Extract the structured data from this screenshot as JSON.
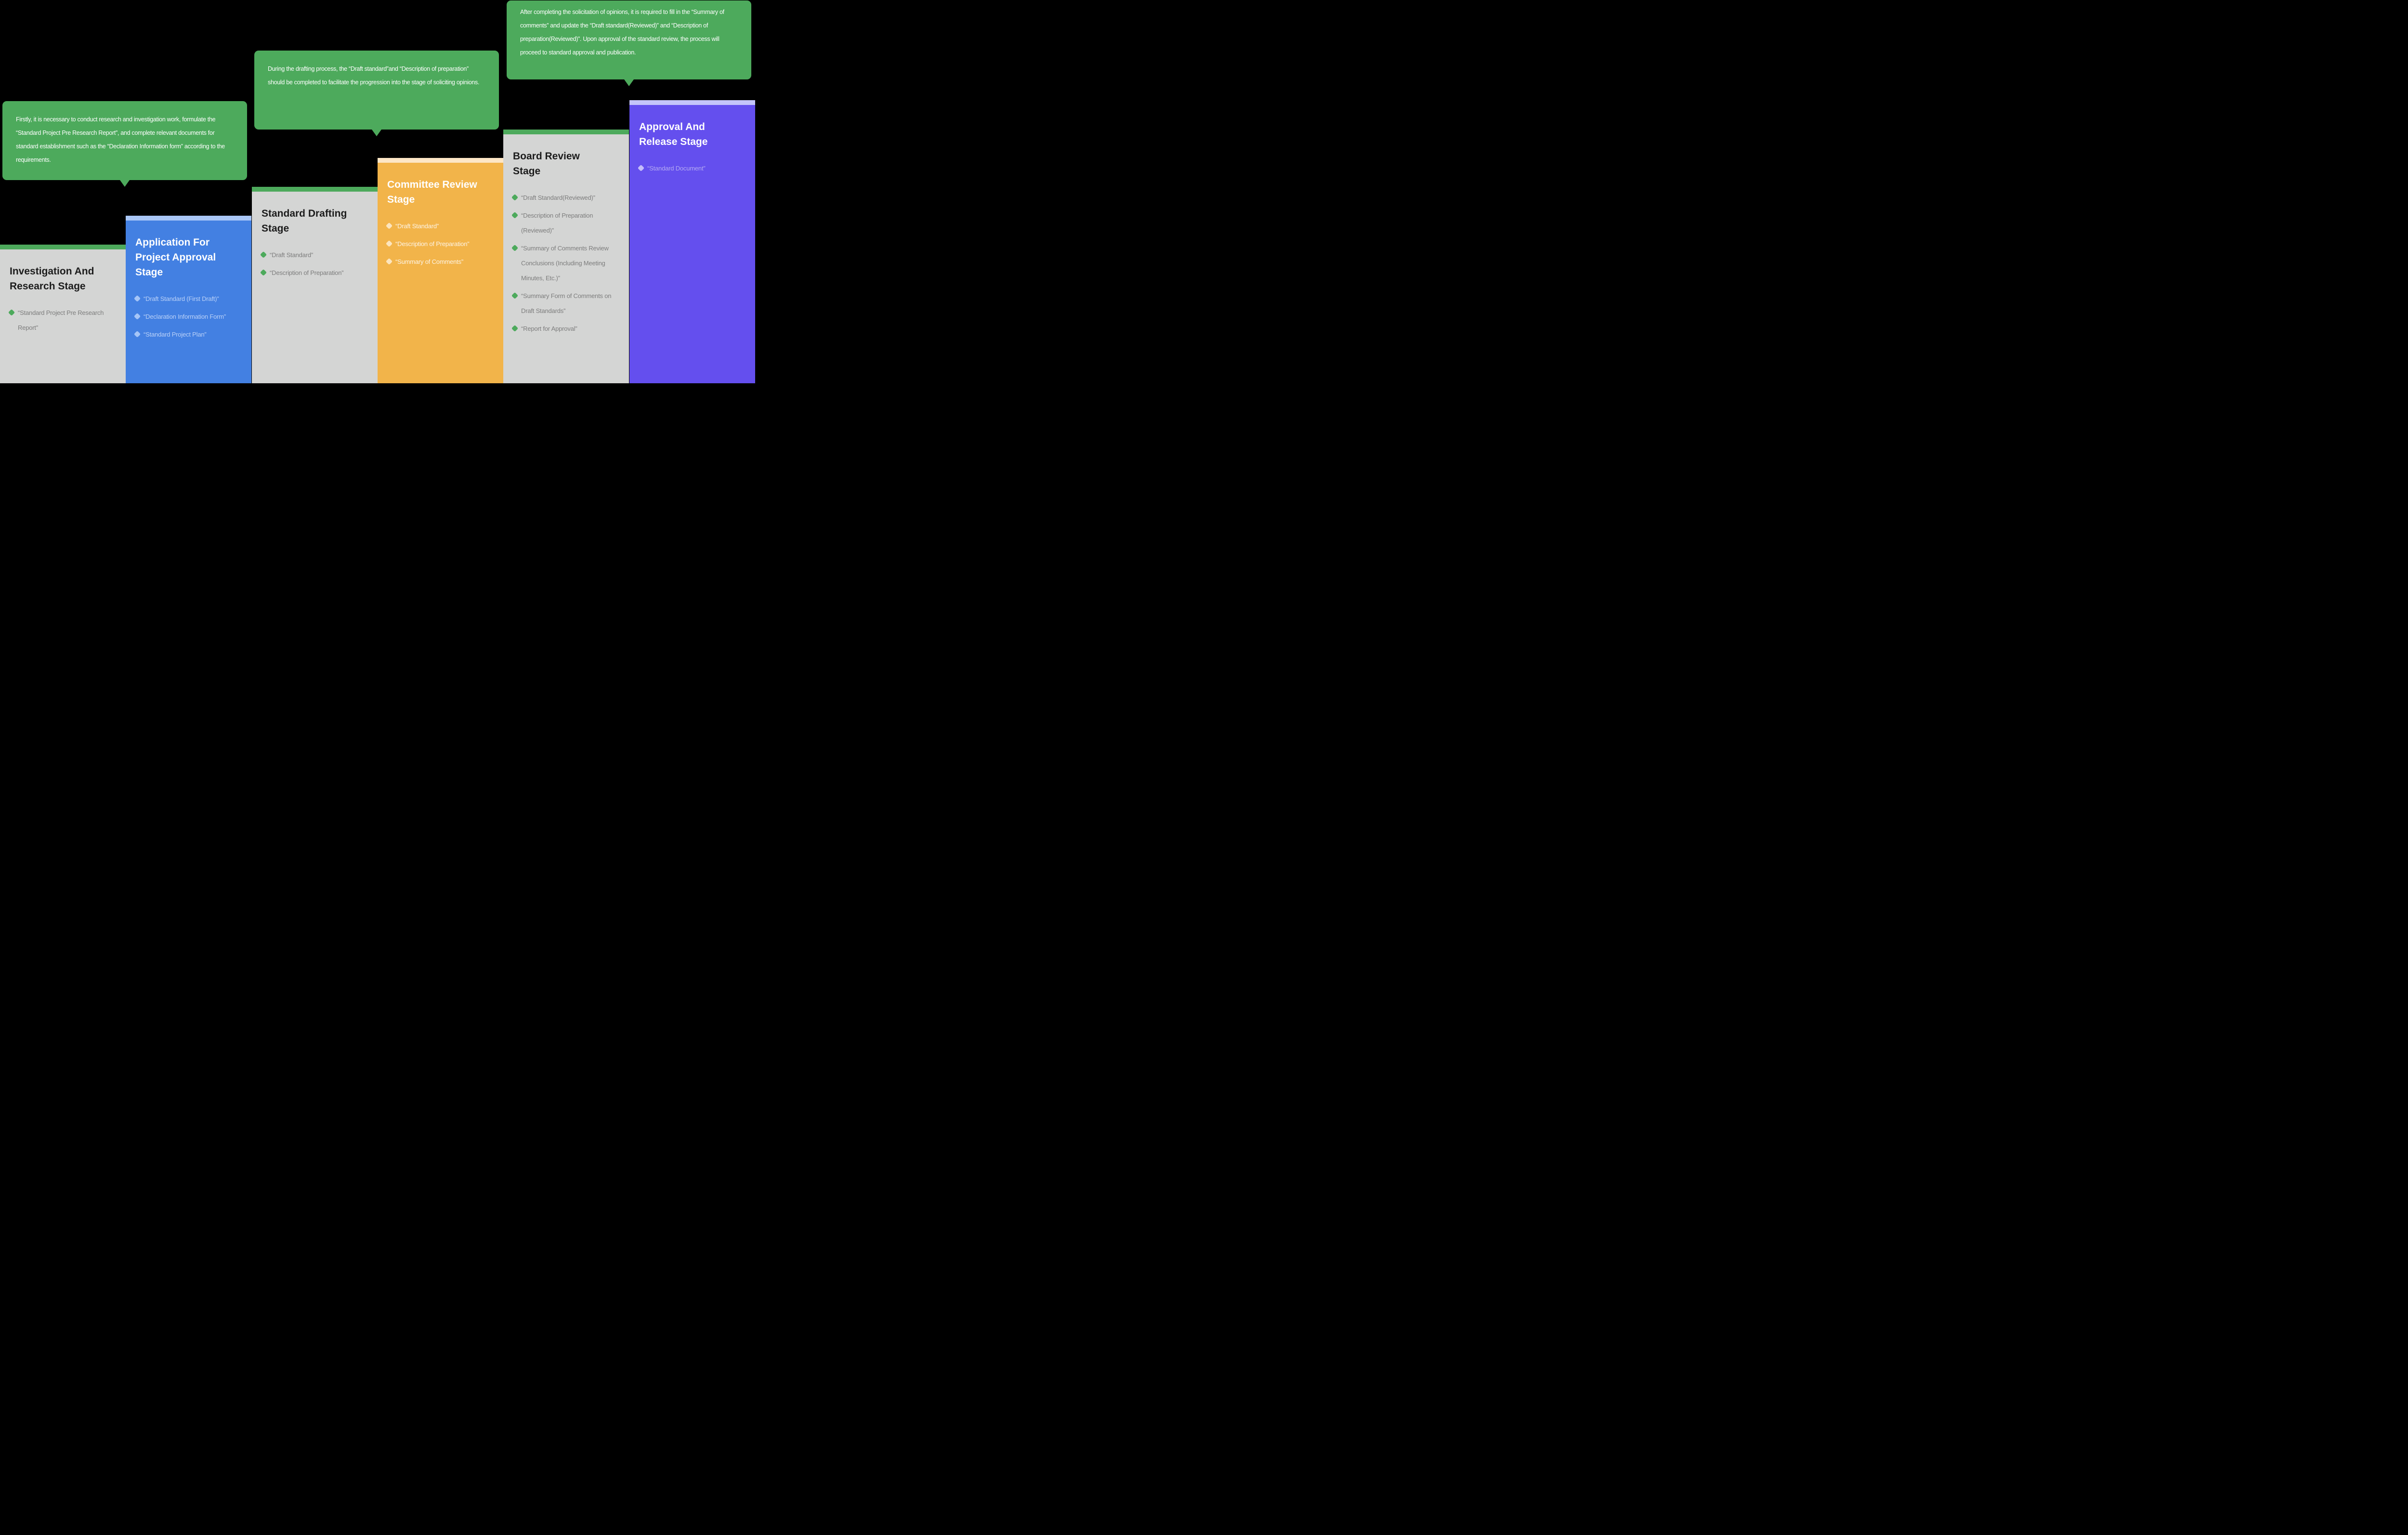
{
  "palette": {
    "background": "#000000",
    "bubble_green": "#4DAA5C",
    "card_gray": "#D4D5D4",
    "card_blue": "#4380E2",
    "card_orange": "#F2B44A",
    "card_purple": "#644FEE",
    "stripe_light_blue": "#A9C7F7",
    "stripe_cream": "#FDE6C6",
    "stripe_lavender": "#C4C4FA",
    "title_dark": "#1C1C1C",
    "item_gray_text": "#7D7D7D"
  },
  "bubbles": [
    {
      "text": "Firstly, it is necessary to conduct research and investigation work, formulate the “Standard Project Pre Research Report”, and complete relevant documents for standard establishment such as the “Declaration Information form” according to the requirements."
    },
    {
      "text": "During the drafting process, the “Draft standard”and “Description of preparation” should be completed to facilitate the progression into the stage of soliciting opinions."
    },
    {
      "text": "After completing the solicitation of opinions, it is required to fill in the “Summary of comments” and update the “Draft standard(Reviewed)” and “Description of preparation(Reviewed)”. Upon approval of the standard review, the process will proceed to standard approval and publication."
    }
  ],
  "stages": [
    {
      "title": "Investigation And\nResearch Stage",
      "accent": "#4DAA5C",
      "body_color": "#D4D5D4",
      "items": [
        "“Standard Project Pre Research Report”"
      ]
    },
    {
      "title": "Application For\nProject Approval\nStage",
      "accent": "#A9C7F7",
      "body_color": "#4380E2",
      "items": [
        "“Draft Standard (First Draft)”",
        "“Declaration Information Form”",
        "“Standard Project Plan”"
      ]
    },
    {
      "title": "Standard Drafting\nStage",
      "accent": "#4DAA5C",
      "body_color": "#D4D5D4",
      "items": [
        "“Draft Standard”",
        "“Description of Preparation”"
      ]
    },
    {
      "title": "Committee Review\nStage",
      "accent": "#FDE6C6",
      "body_color": "#F2B44A",
      "items": [
        "“Draft Standard”",
        "“Description of Preparation”",
        "“Summary of Comments”"
      ]
    },
    {
      "title": "Board Review\nStage",
      "accent": "#4DAA5C",
      "body_color": "#D4D5D4",
      "items": [
        "“Draft Standard(Reviewed)”",
        "“Description of Preparation (Reviewed)”",
        "“Summary of Comments Review Conclusions (Including Meeting Minutes, Etc.)”",
        "“Summary Form of Comments on Draft Standards”",
        "“Report for Approval”"
      ]
    },
    {
      "title": "Approval And\nRelease Stage",
      "accent": "#C4C4FA",
      "body_color": "#644FEE",
      "items": [
        "“Standard Document”"
      ]
    }
  ]
}
